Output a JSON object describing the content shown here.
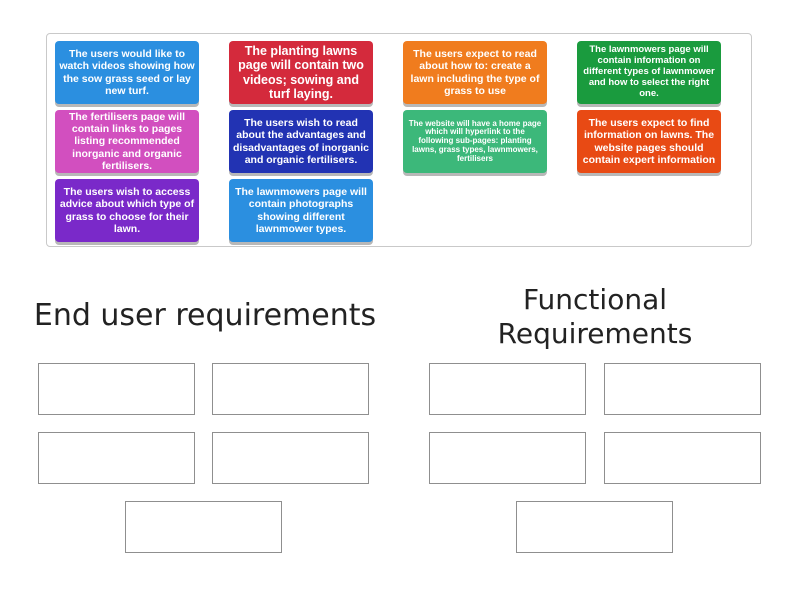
{
  "cards": [
    {
      "text": "The users would like to watch videos showing how the sow grass seed or lay new turf.",
      "color": "#2b8fe0"
    },
    {
      "text": "The planting lawns page will contain two videos; sowing and turf laying.",
      "color": "#d42a3c"
    },
    {
      "text": "The users expect to read about how to: create a lawn including the type of grass to use",
      "color": "#f07c1e"
    },
    {
      "text": "The lawnmowers page will contain information on different types of lawnmower and how to select the right one.",
      "color": "#1a9b3e"
    },
    {
      "text": "The fertilisers page will contain links to pages listing recommended inorganic and organic fertilisers.",
      "color": "#d24fbf"
    },
    {
      "text": "The users wish to read about the advantages and disadvantages of inorganic and organic fertilisers.",
      "color": "#2233b3"
    },
    {
      "text": "The website will have a home page which will hyperlink to the following sub-pages: planting lawns, grass types, lawnmowers, fertilisers",
      "color": "#3cb87a"
    },
    {
      "text": "The users expect to find information on lawns. The website pages should contain expert information",
      "color": "#e84a14"
    },
    {
      "text": "The users wish to access advice about which type of grass to choose for their lawn.",
      "color": "#7a29c9"
    },
    {
      "text": "The lawnmowers page will contain photographs showing different lawnmower types.",
      "color": "#2b8fe0"
    }
  ],
  "groups": {
    "end_user": {
      "title": "End user requirements"
    },
    "functional": {
      "title": "Functional Requirements"
    }
  }
}
